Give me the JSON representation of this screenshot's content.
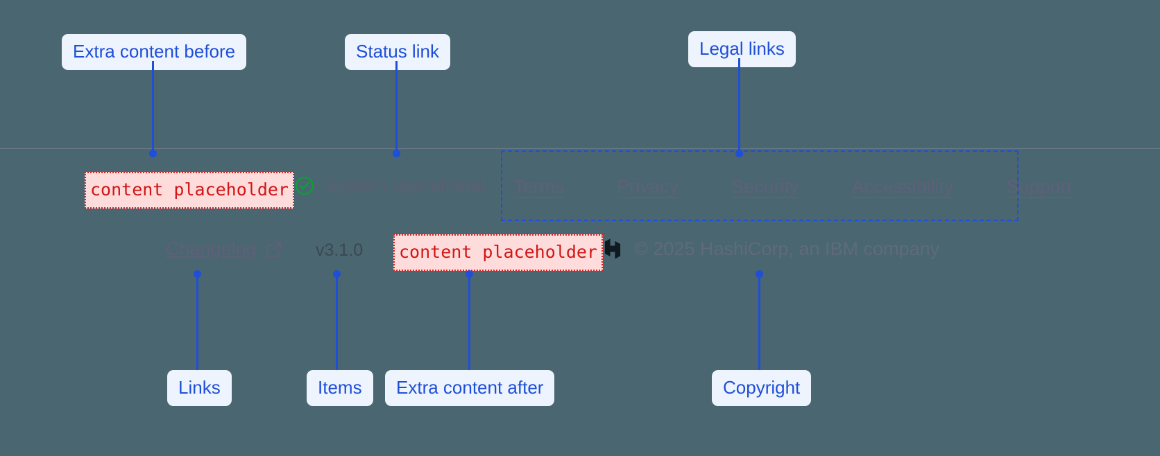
{
  "annotations": {
    "extra_before": "Extra content before",
    "status_link": "Status link",
    "legal_links": "Legal links",
    "links": "Links",
    "items": "Items",
    "extra_after": "Extra content after",
    "copyright": "Copyright"
  },
  "placeholders": {
    "before": "content placeholder",
    "after": "content placeholder"
  },
  "footer": {
    "status": {
      "label": "System operational",
      "icon": "check-circle-icon",
      "icon_color": "#0f9d3a"
    },
    "legal": [
      {
        "label": "Terms"
      },
      {
        "label": "Privacy"
      },
      {
        "label": "Security"
      },
      {
        "label": "Accessibility"
      },
      {
        "label": "Support"
      }
    ],
    "changelog": {
      "label": "Changelog",
      "icon": "external-link-icon"
    },
    "version": "v3.1.0",
    "copyright": {
      "logo": "hashicorp-logo",
      "text": "© 2025 HashiCorp, an IBM company"
    }
  },
  "theme": {
    "background": "#4a6670",
    "accent": "#1f4fd8",
    "pill_bg": "#eef4fe",
    "placeholder_bg": "#ffdcdc",
    "placeholder_border": "#d92020",
    "placeholder_text": "#d11616",
    "muted_text": "#5f6079"
  }
}
